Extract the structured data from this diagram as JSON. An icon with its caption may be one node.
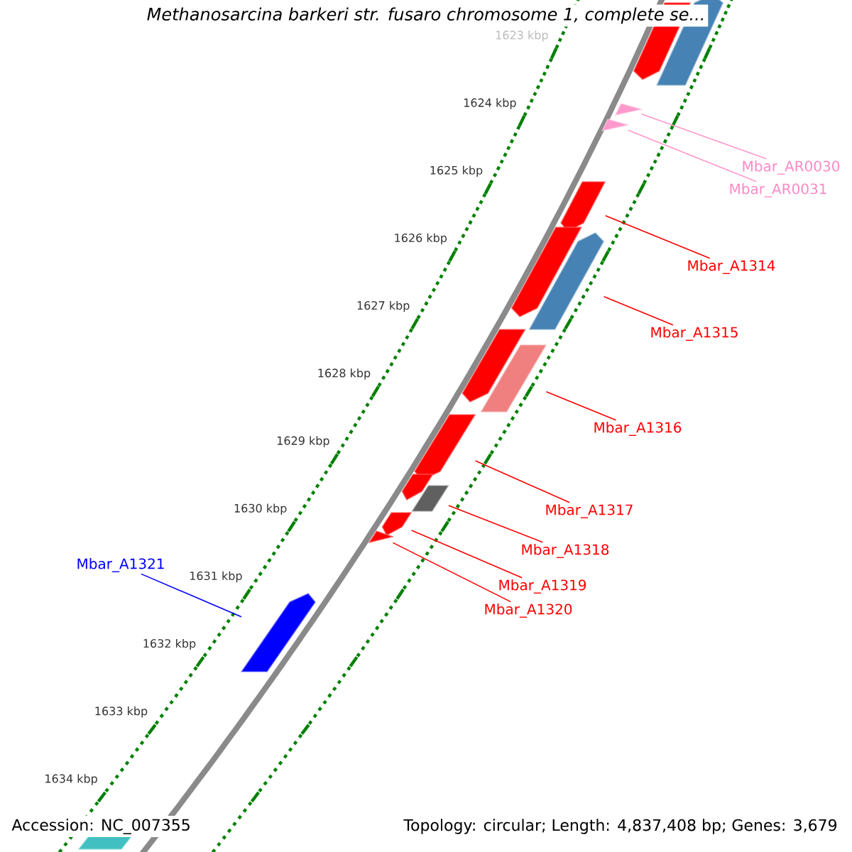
{
  "diagram": {
    "title": "Methanosarcina barkeri str. fusaro chromosome 1, complete se...",
    "nodes": [
      {
        "text": [
          "Mbar_AR0030"
        ]
      },
      {
        "text": [
          "Mbar_AR0031"
        ]
      },
      {
        "text": [
          "Mbar_A1314"
        ]
      },
      {
        "text": [
          "Mbar_A1315"
        ]
      },
      {
        "text": [
          "Mbar_A1316"
        ]
      },
      {
        "text": [
          "Mbar_A1317"
        ]
      },
      {
        "text": [
          "Mbar_A1318"
        ]
      },
      {
        "text": [
          "Mbar_A1319"
        ]
      },
      {
        "text": [
          "Mbar_A1320"
        ]
      },
      {
        "text": [
          "Mbar_A1321"
        ]
      },
      {
        "text": [],
        "shape": "bar"
      },
      {
        "text": [],
        "shape": "bar"
      },
      {
        "text": [],
        "shape": "bar"
      },
      {
        "text": [],
        "shape": "bar"
      },
      {
        "text": [],
        "shape": "bar"
      },
      {
        "text": [],
        "shape": "bar"
      },
      {
        "text": [],
        "shape": "bar"
      },
      {
        "text": [],
        "shape": "bar"
      },
      {
        "text": [],
        "shape": "bar"
      },
      {
        "text": [],
        "shape": "bar"
      },
      {
        "text": [],
        "shape": "bar"
      },
      {
        "text": [],
        "shape": "bar"
      },
      {
        "text": [],
        "shape": "bar"
      },
      {
        "text": [],
        "shape": "bar"
      },
      {
        "text": [],
        "shape": "bar"
      },
      {
        "text": [],
        "shape": "bar"
      }
    ],
    "edges": [
      {
        "from": 0,
        "to": 12,
        "arrow": "none",
        "color": "#ff99cc"
      },
      {
        "from": 1,
        "to": 13,
        "arrow": "none",
        "color": "#ff99cc"
      },
      {
        "from": 2,
        "to": 14,
        "arrow": "none"
      },
      {
        "from": 3,
        "to": 16,
        "arrow": "none"
      },
      {
        "from": 4,
        "to": 18,
        "arrow": "none"
      },
      {
        "from": 5,
        "to": 19,
        "arrow": "none"
      },
      {
        "from": 6,
        "to": 21,
        "arrow": "none"
      },
      {
        "from": 7,
        "to": 22,
        "arrow": "none"
      },
      {
        "from": 8,
        "to": 23,
        "arrow": "none"
      },
      {
        "from": 9,
        "to": 24,
        "arrow": "none",
        "color": "#0000ff"
      }
    ],
    "labels": [
      "1623 kbp",
      "1624 kbp",
      "1625 kbp",
      "1626 kbp",
      "1627 kbp",
      "1628 kbp",
      "1629 kbp",
      "1630 kbp",
      "1631 kbp",
      "1632 kbp",
      "1633 kbp",
      "1634 kbp",
      "Accession: NC_007355",
      "Topology: circular; Length: 4,837,408 bp; Genes: 3,679"
    ]
  }
}
